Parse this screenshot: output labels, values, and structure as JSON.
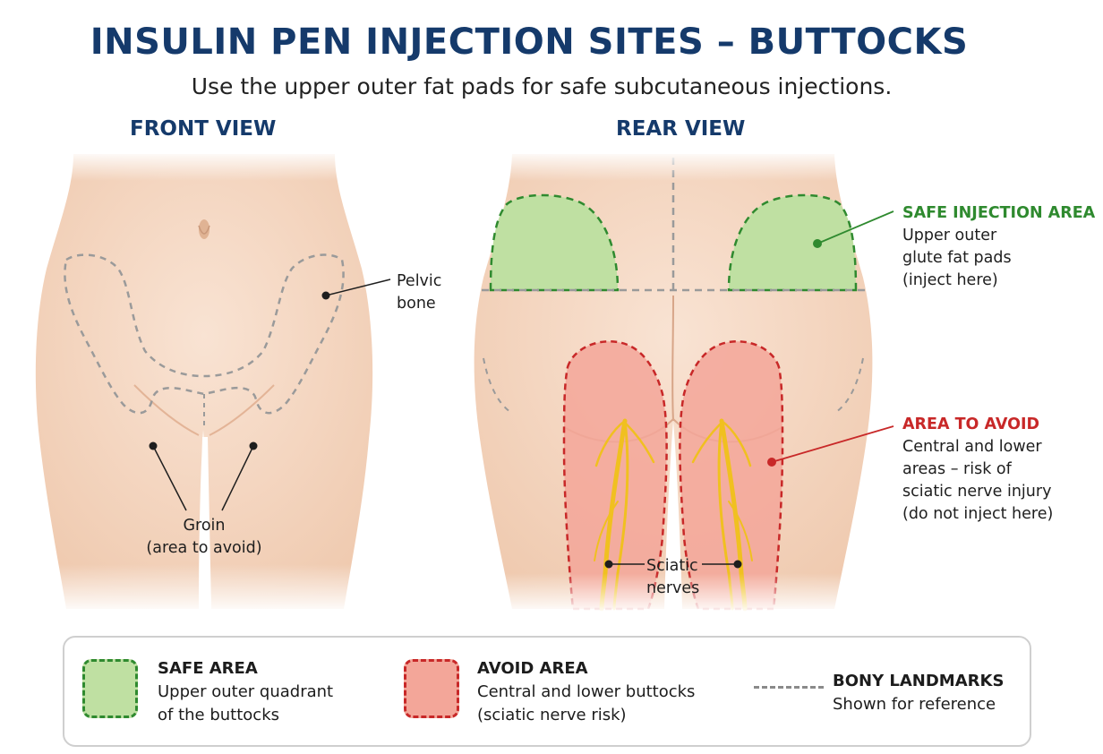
{
  "title": "INSULIN PEN INJECTION SITES – BUTTOCKS",
  "subtitle": "Use the upper outer fat pads for safe subcutaneous injections.",
  "views": {
    "front": "FRONT VIEW",
    "rear": "REAR VIEW"
  },
  "front_labels": {
    "pelvic": [
      "Pelvic",
      "bone"
    ],
    "groin": [
      "Groin",
      "(area to avoid)"
    ]
  },
  "rear_labels": {
    "safe": {
      "heading": "SAFE INJECTION AREA",
      "lines": [
        "Upper outer",
        "glute fat pads",
        "(inject here)"
      ]
    },
    "avoid": {
      "heading": "AREA TO AVOID",
      "lines": [
        "Central and lower",
        "areas – risk of",
        "sciatic nerve injury",
        "(do not inject here)"
      ]
    },
    "sciatic": [
      "Sciatic",
      "nerves"
    ]
  },
  "legend": {
    "safe": {
      "heading": "SAFE AREA",
      "lines": [
        "Upper outer quadrant",
        "of the buttocks"
      ]
    },
    "avoid": {
      "heading": "AVOID AREA",
      "lines": [
        "Central and lower buttocks",
        "(sciatic nerve risk)"
      ]
    },
    "bony": {
      "heading": "BONY LANDMARKS",
      "lines": [
        "Shown for reference"
      ]
    }
  },
  "colors": {
    "title": "#153a6b",
    "safe_fill": "#bfe0a2",
    "safe_stroke": "#2f8a2f",
    "avoid_fill": "#f3a699",
    "avoid_stroke": "#c82828",
    "nerve": "#f0c020",
    "skin": "#f6d9c4",
    "landmark_dash": "#8a8a8a"
  }
}
